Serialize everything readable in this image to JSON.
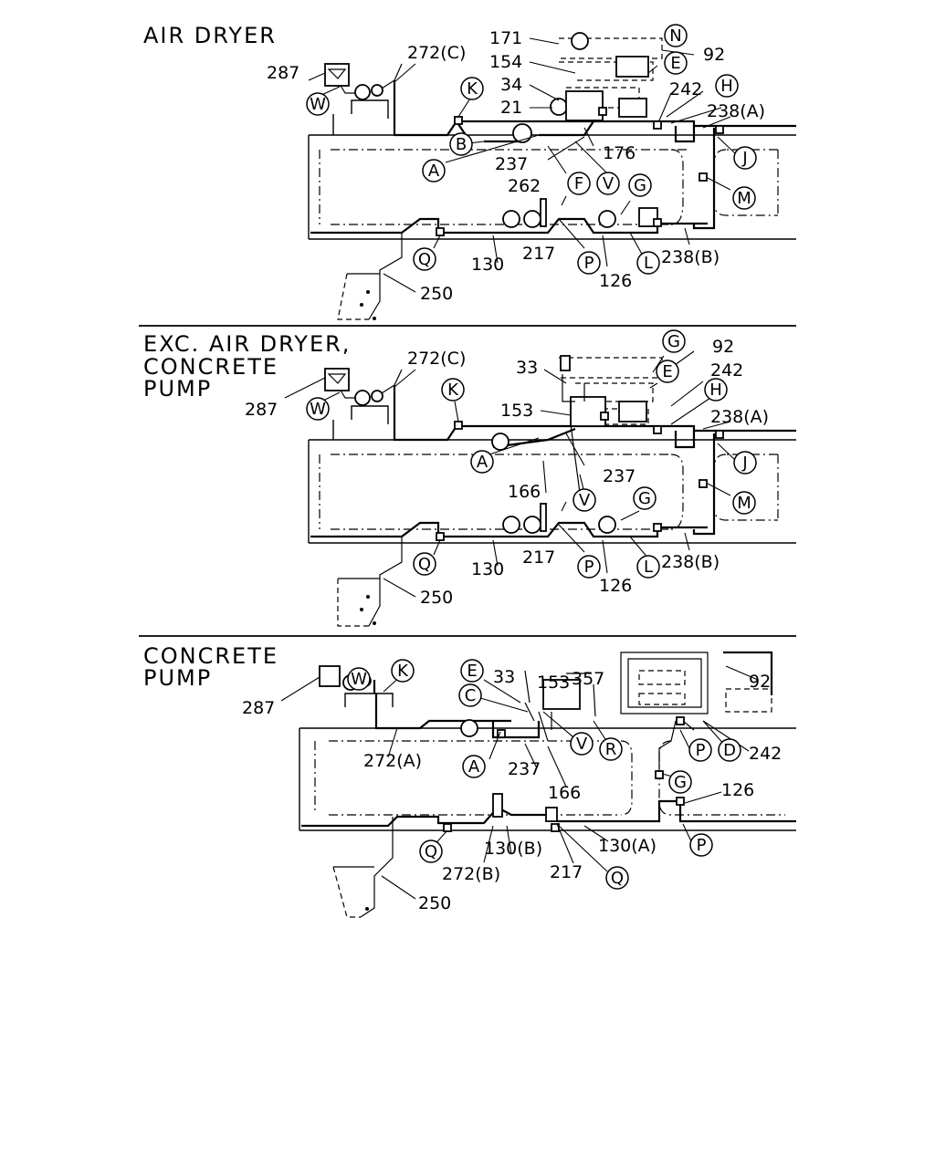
{
  "panels": [
    {
      "title_lines": [
        "AIR DRYER"
      ],
      "labels": {
        "l287": "287",
        "l272c": "272(C)",
        "l171": "171",
        "l154": "154",
        "l92": "92",
        "l34": "34",
        "l21": "21",
        "l242": "242",
        "l238a": "238(A)",
        "l237": "237",
        "l176": "176",
        "l262": "262",
        "l217": "217",
        "l130": "130",
        "l126": "126",
        "l238b": "238(B)",
        "l250": "250"
      },
      "callouts": {
        "W": "W",
        "K": "K",
        "B": "B",
        "N": "N",
        "E": "E",
        "H": "H",
        "A": "A",
        "F": "F",
        "V": "V",
        "J": "J",
        "M": "M",
        "G": "G",
        "Q": "Q",
        "P": "P",
        "L": "L"
      }
    },
    {
      "title_lines": [
        "EXC. AIR DRYER,",
        "CONCRETE",
        "PUMP"
      ],
      "labels": {
        "l287": "287",
        "l272c": "272(C)",
        "l33": "33",
        "l92": "92",
        "l242": "242",
        "l153": "153",
        "l238a": "238(A)",
        "l237": "237",
        "l166": "166",
        "l217": "217",
        "l130": "130",
        "l126": "126",
        "l238b": "238(B)",
        "l250": "250"
      },
      "callouts": {
        "W": "W",
        "K": "K",
        "G1": "G",
        "E": "E",
        "H": "H",
        "J": "J",
        "A": "A",
        "V": "V",
        "M": "M",
        "G2": "G",
        "Q": "Q",
        "P": "P",
        "L": "L"
      }
    },
    {
      "title_lines": [
        "CONCRETE",
        "PUMP"
      ],
      "labels": {
        "l33": "33",
        "l153": "153",
        "l357": "357",
        "l92": "92",
        "l287": "287",
        "l272a": "272(A)",
        "l237": "237",
        "l166": "166",
        "l242": "242",
        "l126": "126",
        "l130b": "130(B)",
        "l272b": "272(B)",
        "l217": "217",
        "l130a": "130(A)",
        "l250": "250"
      },
      "callouts": {
        "W": "W",
        "K": "K",
        "E": "E",
        "C": "C",
        "V": "V",
        "R": "R",
        "A": "A",
        "P1": "P",
        "D": "D",
        "G": "G",
        "Q1": "Q",
        "Q2": "Q",
        "P2": "P"
      }
    }
  ]
}
